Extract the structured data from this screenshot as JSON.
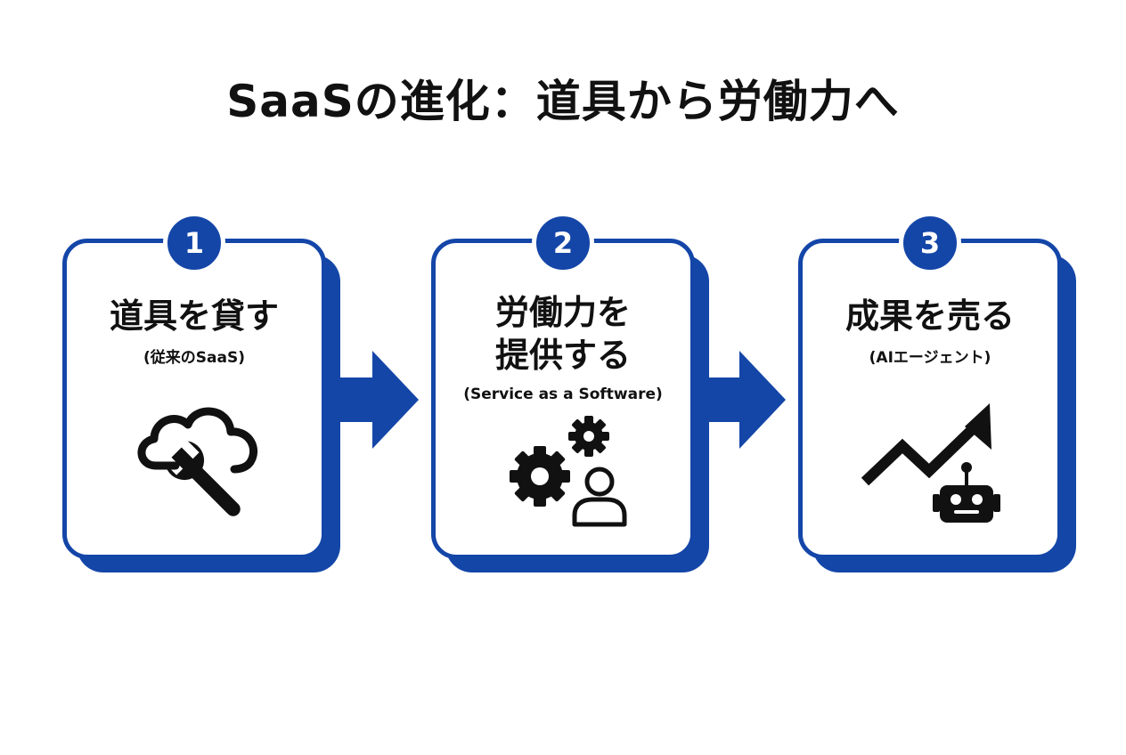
{
  "title": "SaaSの進化：道具から労働力へ",
  "accent_color": "#1446a8",
  "steps": [
    {
      "number": "1",
      "heading_lines": [
        "道具を貸す"
      ],
      "subtitle": "(従来のSaaS)",
      "icon": "cloud-wrench-icon"
    },
    {
      "number": "2",
      "heading_lines": [
        "労働力を",
        "提供する"
      ],
      "subtitle": "(Service as a Software)",
      "icon": "gears-person-icon"
    },
    {
      "number": "3",
      "heading_lines": [
        "成果を売る"
      ],
      "subtitle": "(AIエージェント)",
      "icon": "trend-robot-icon"
    }
  ],
  "connectors": [
    "arrow-right-icon",
    "arrow-right-icon"
  ]
}
